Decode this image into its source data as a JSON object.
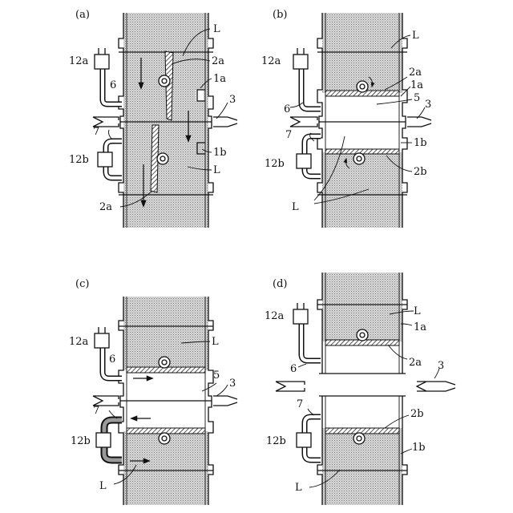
{
  "panels": {
    "a": {
      "label": "(a)",
      "L_top": "L",
      "label_2a_top": "2a",
      "label_1a": "1a",
      "label_3": "3",
      "label_12a": "12a",
      "label_6": "6",
      "label_7": "7",
      "label_12b": "12b",
      "label_1b": "1b",
      "L_mid": "L",
      "label_2a_bottom": "2a"
    },
    "b": {
      "label": "(b)",
      "L_top": "L",
      "label_12a": "12a",
      "label_2a": "2a",
      "label_1a": "1a",
      "label_5": "5",
      "label_3": "3",
      "label_6": "6",
      "label_7": "7",
      "label_1b": "1b",
      "label_12b": "12b",
      "label_2b": "2b",
      "L_bottom": "L"
    },
    "c": {
      "label": "(c)",
      "label_12a": "12a",
      "L_top": "L",
      "label_6": "6",
      "label_5": "5",
      "label_3": "3",
      "label_7": "7",
      "label_12b": "12b",
      "L_bottom": "L"
    },
    "d": {
      "label": "(d)",
      "label_12a": "12a",
      "L_top": "L",
      "label_1a": "1a",
      "label_6": "6",
      "label_2a": "2a",
      "label_3": "3",
      "label_7": "7",
      "label_2b": "2b",
      "label_12b": "12b",
      "label_1b": "1b",
      "L_bottom": "L"
    }
  }
}
